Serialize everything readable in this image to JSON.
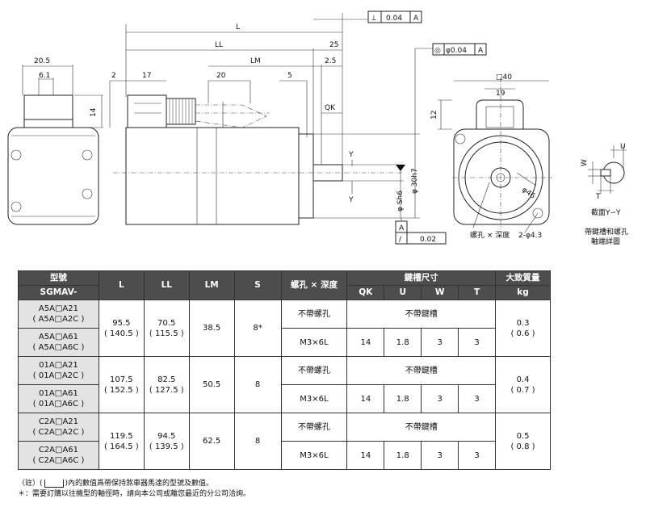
{
  "drawing": {
    "dims": {
      "d_20_5": "20.5",
      "d_6_1": "6.1",
      "d_14": "14",
      "d_2": "2",
      "d_17": "17",
      "d_20": "20",
      "d_5": "5",
      "d_L": "L",
      "d_LL": "LL",
      "d_LM": "LM",
      "d_25": "25",
      "d_2_5": "2.5",
      "d_QK": "QK",
      "d_S": "φ Sh6",
      "d_30": "φ 30h7",
      "d_sq40": "□40",
      "d_19": "19",
      "d_12": "12",
      "d_46": "φ46",
      "d_hole": "2-φ4.3",
      "d_W": "W",
      "d_T": "T",
      "d_U": "U"
    },
    "tol1_sym": "⊥",
    "tol1_val": "0.04",
    "tol1_ref": "A",
    "tol2_sym": "◎",
    "tol2_val": "φ0.04",
    "tol2_ref": "A",
    "tol3_ref": "A",
    "tol3_sym": "/",
    "tol3_val": "0.02",
    "y_label": "Y",
    "screw_label": "螺孔 × 深度",
    "section_label": "截面Y−Y",
    "keyway_label_1": "帶鍵槽和螺孔",
    "keyway_label_2": "軸端詳圖"
  },
  "table": {
    "h_model": "型號",
    "h_model_sub": "SGMAV-",
    "h_L": "L",
    "h_LL": "LL",
    "h_LM": "LM",
    "h_S": "S",
    "h_screw": "螺孔 × 深度",
    "h_key": "鍵槽尺寸",
    "h_QK": "QK",
    "h_U": "U",
    "h_W": "W",
    "h_T": "T",
    "h_mass": "大致質量",
    "h_mass_unit": "kg",
    "groups": [
      {
        "m1": "A5A□A21",
        "m2": "( A5A□A2C )",
        "m3": "A5A□A61",
        "m4": "( A5A□A6C )",
        "L1": "95.5",
        "L2": "( 140.5 )",
        "LL1": "70.5",
        "LL2": "( 115.5 )",
        "LM": "38.5",
        "S": "8*",
        "no_screw": "不帶螺孔",
        "no_key": "不帶鍵槽",
        "screw": "M3×6L",
        "QK": "14",
        "U": "1.8",
        "W": "3",
        "T": "3",
        "mass1": "0.3",
        "mass2": "( 0.6 )"
      },
      {
        "m1": "01A□A21",
        "m2": "( 01A□A2C )",
        "m3": "01A□A61",
        "m4": "( 01A□A6C )",
        "L1": "107.5",
        "L2": "( 152.5 )",
        "LL1": "82.5",
        "LL2": "( 127.5 )",
        "LM": "50.5",
        "S": "8",
        "no_screw": "不帶螺孔",
        "no_key": "不帶鍵槽",
        "screw": "M3×6L",
        "QK": "14",
        "U": "1.8",
        "W": "3",
        "T": "3",
        "mass1": "0.4",
        "mass2": "( 0.7 )"
      },
      {
        "m1": "C2A□A21",
        "m2": "( C2A□A2C )",
        "m3": "C2A□A61",
        "m4": "( C2A□A6C )",
        "L1": "119.5",
        "L2": "( 164.5 )",
        "LL1": "94.5",
        "LL2": "( 139.5 )",
        "LM": "62.5",
        "S": "8",
        "no_screw": "不帶螺孔",
        "no_key": "不帶鍵槽",
        "screw": "M3×6L",
        "QK": "14",
        "U": "1.8",
        "W": "3",
        "T": "3",
        "mass1": "0.5",
        "mass2": "( 0.8 )"
      }
    ]
  },
  "notes": {
    "note1_a": "（註）(",
    "note1_b": ")內的數值爲帶保持煞車器馬達的型號及數值。",
    "note2": "＊：需要訂購以往機型的軸徑時，請向本公司或離您最近的分公司洽詢。"
  }
}
